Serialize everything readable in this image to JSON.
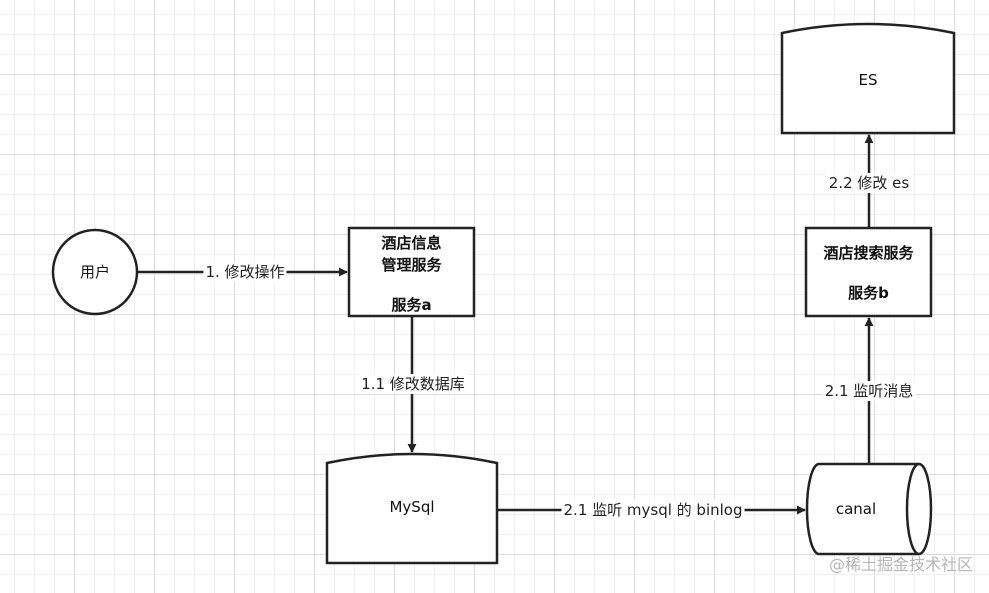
{
  "nodes": {
    "user": {
      "label": "用户"
    },
    "service_a": {
      "line1": "酒店信息",
      "line2": "管理服务",
      "line3": "服务a"
    },
    "service_b": {
      "line1": "酒店搜索服务",
      "line2": "服务b"
    },
    "es": {
      "label": "ES"
    },
    "mysql": {
      "label": "MySql"
    },
    "canal": {
      "label": "canal"
    }
  },
  "edges": {
    "user_to_a": "1. 修改操作",
    "a_to_mysql": "1.1 修改数据库",
    "mysql_to_canal": "2.1 监听 mysql 的 binlog",
    "canal_to_b": "2.1 监听消息",
    "b_to_es": "2.2 修改 es"
  },
  "watermark": "@稀土掘金技术社区",
  "colors": {
    "stroke": "#222222",
    "fill": "#ffffff",
    "grid": "#dcdcdc",
    "watermark": "#b6b6b6"
  }
}
